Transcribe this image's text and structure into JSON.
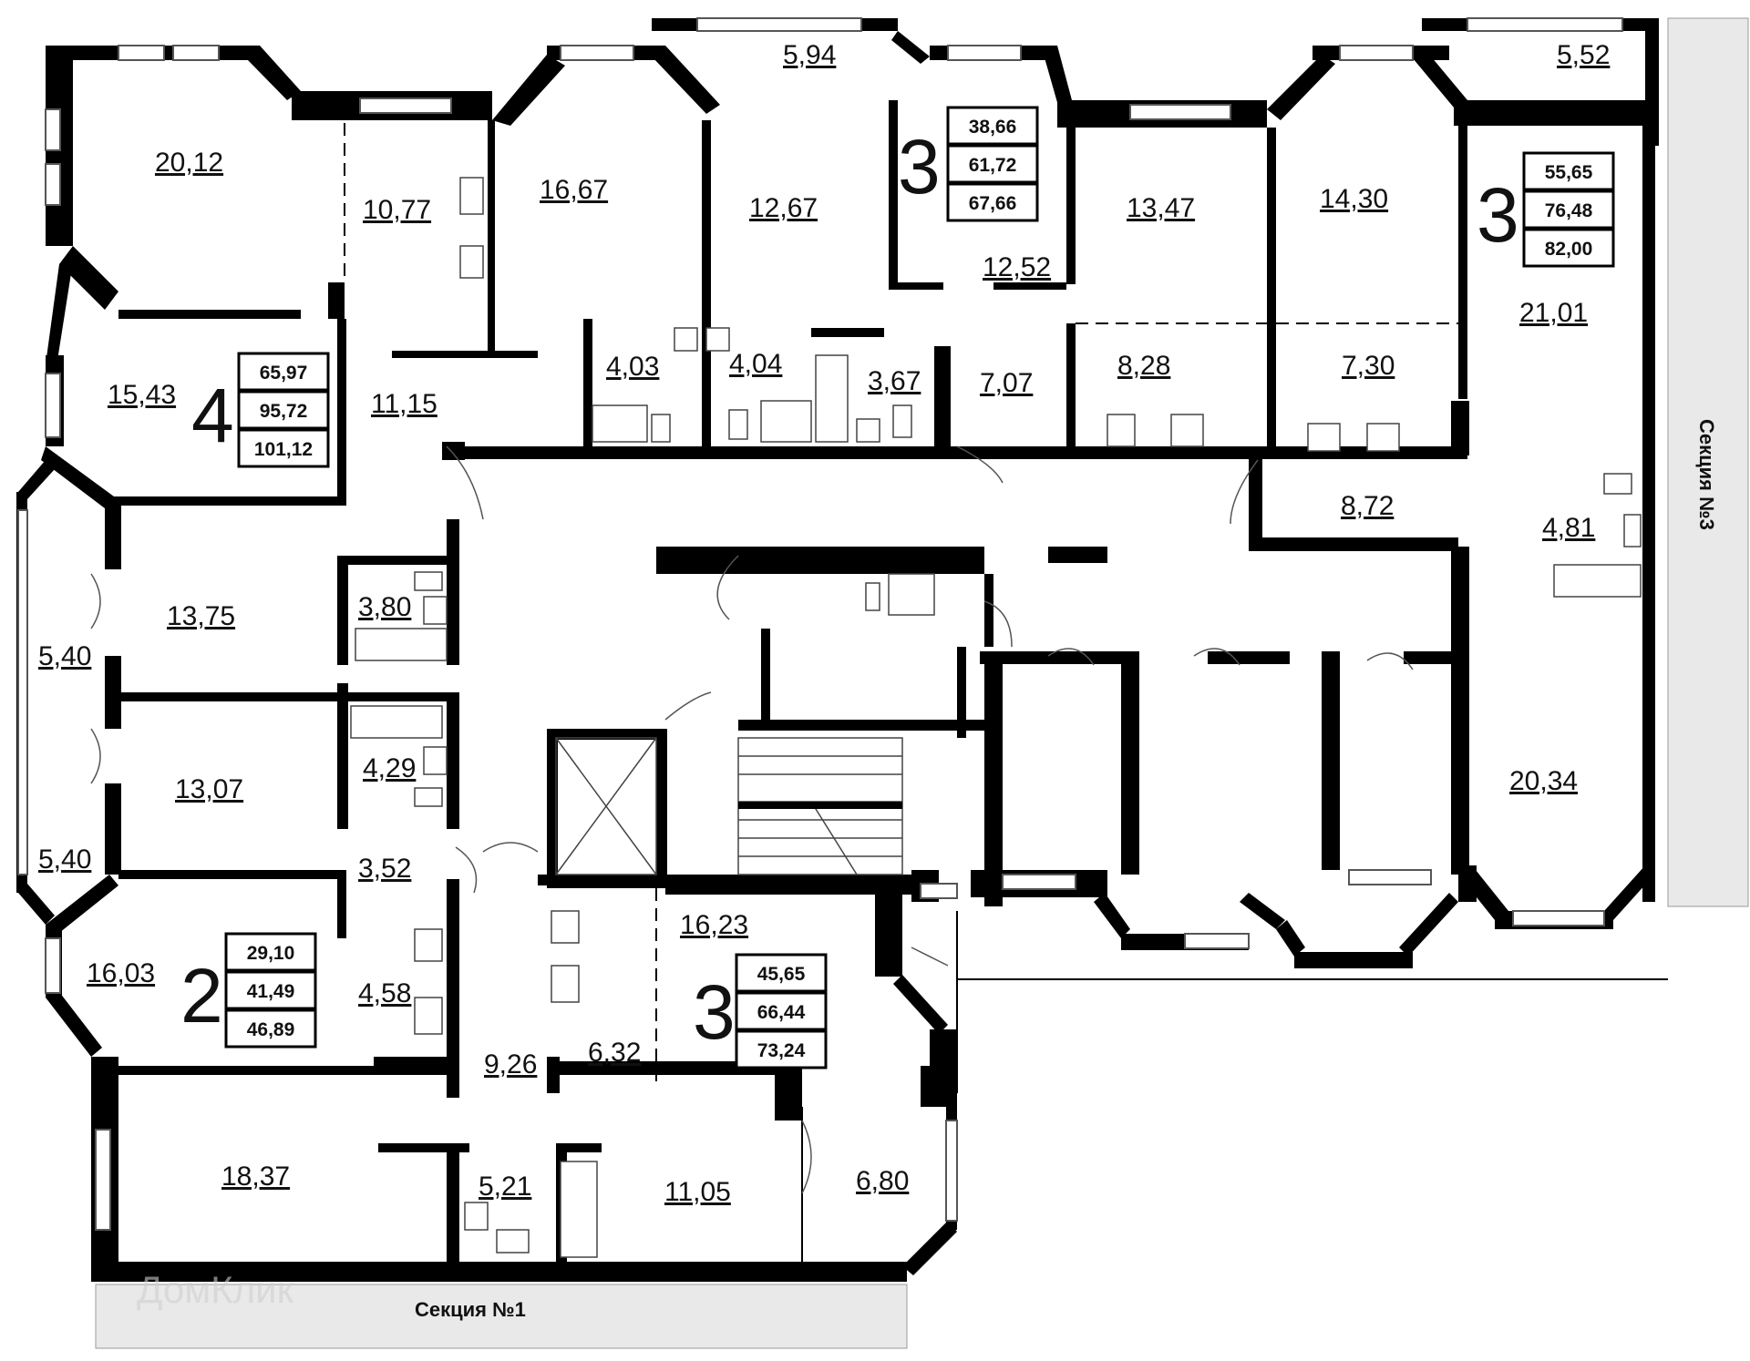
{
  "rooms": {
    "r_20_12": "20,12",
    "r_10_77": "10,77",
    "r_16_67": "16,67",
    "r_5_94": "5,94",
    "r_12_67": "12,67",
    "r_12_52": "12,52",
    "r_13_47": "13,47",
    "r_14_30": "14,30",
    "r_5_52": "5,52",
    "r_21_01": "21,01",
    "r_15_43": "15,43",
    "r_11_15": "11,15",
    "r_4_03": "4,03",
    "r_4_04": "4,04",
    "r_3_67": "3,67",
    "r_7_07": "7,07",
    "r_8_28": "8,28",
    "r_7_30": "7,30",
    "r_8_72": "8,72",
    "r_4_81": "4,81",
    "r_13_75": "13,75",
    "r_3_80": "3,80",
    "r_5_40a": "5,40",
    "r_4_29": "4,29",
    "r_13_07": "13,07",
    "r_5_40b": "5,40",
    "r_3_52": "3,52",
    "r_20_34": "20,34",
    "r_16_23": "16,23",
    "r_16_03": "16,03",
    "r_4_58": "4,58",
    "r_9_26": "9,26",
    "r_6_32": "6,32",
    "r_18_37": "18,37",
    "r_5_21": "5,21",
    "r_11_05": "11,05",
    "r_6_80": "6,80"
  },
  "apartments": [
    {
      "rooms": "3",
      "areas": [
        "38,66",
        "61,72",
        "67,66"
      ]
    },
    {
      "rooms": "3",
      "areas": [
        "55,65",
        "76,48",
        "82,00"
      ]
    },
    {
      "rooms": "4",
      "areas": [
        "65,97",
        "95,72",
        "101,12"
      ]
    },
    {
      "rooms": "2",
      "areas": [
        "29,10",
        "41,49",
        "46,89"
      ]
    },
    {
      "rooms": "3",
      "areas": [
        "45,65",
        "66,44",
        "73,24"
      ]
    }
  ],
  "sections": {
    "section1": "Секция №1",
    "section3": "Секция №3"
  },
  "watermark": "ДомКлик",
  "icons": [
    "window-icon",
    "door-icon",
    "bathtub-icon",
    "toilet-icon",
    "sink-icon",
    "stove-icon",
    "shower-icon",
    "stairs-icon",
    "elevator-icon"
  ]
}
